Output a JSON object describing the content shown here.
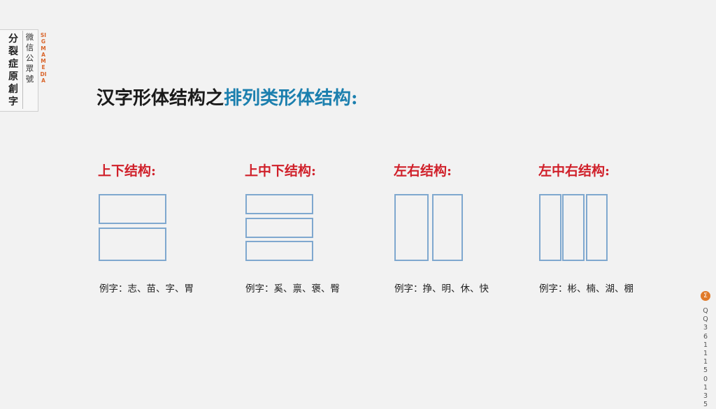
{
  "brand": {
    "name": "分裂症原創字",
    "wechat": "微信公眾號",
    "sig": "SIGMAMEDIA"
  },
  "title": {
    "prefix": "汉字形体结构之",
    "highlight": "排列类形体结构",
    "suffix": ":"
  },
  "structures": [
    {
      "label": "上下结构:",
      "example": "例字：志、苗、字、胃"
    },
    {
      "label": "上中下结构:",
      "example": "例字：奚、禀、褒、臀"
    },
    {
      "label": "左右结构:",
      "example": "例字：挣、明、休、快"
    },
    {
      "label": "左中右结构:",
      "example": "例字：彬、楠、湖、棚"
    }
  ],
  "contact": {
    "icon": "sigma-icon",
    "qq": "QQ3611150135"
  },
  "colors": {
    "highlight": "#1b7fae",
    "label": "#d0202a",
    "box": "#7fa8cf",
    "accent": "#e07a2a"
  }
}
